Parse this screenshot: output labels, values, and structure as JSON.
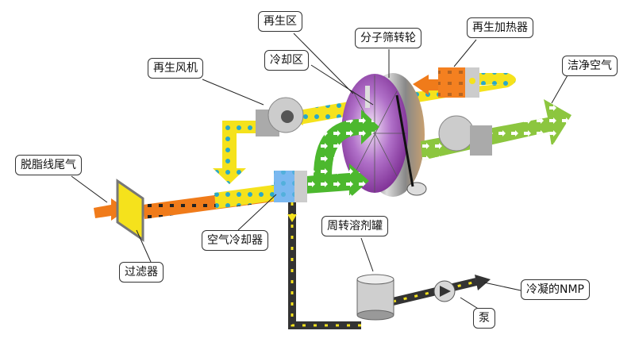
{
  "labels": {
    "regen_zone": "再生区",
    "sieve_wheel": "分子筛转轮",
    "regen_heater": "再生加热器",
    "regen_fan": "再生风机",
    "cooling_zone": "冷却区",
    "clean_air": "洁净空气",
    "exhaust": "脱脂线尾气",
    "air_cooler": "空气冷却器",
    "solvent_tank": "周转溶剂罐",
    "filter": "过滤器",
    "condensed_nmp": "冷凝的NMP",
    "pump": "泵"
  },
  "colors": {
    "yellow_flow": "#f5e21c",
    "orange_flow": "#f07b1a",
    "green_flow": "#4cb82e",
    "light_green_flow": "#8cc63f",
    "wheel": "#a050b8",
    "dot": "#29a8c8"
  }
}
